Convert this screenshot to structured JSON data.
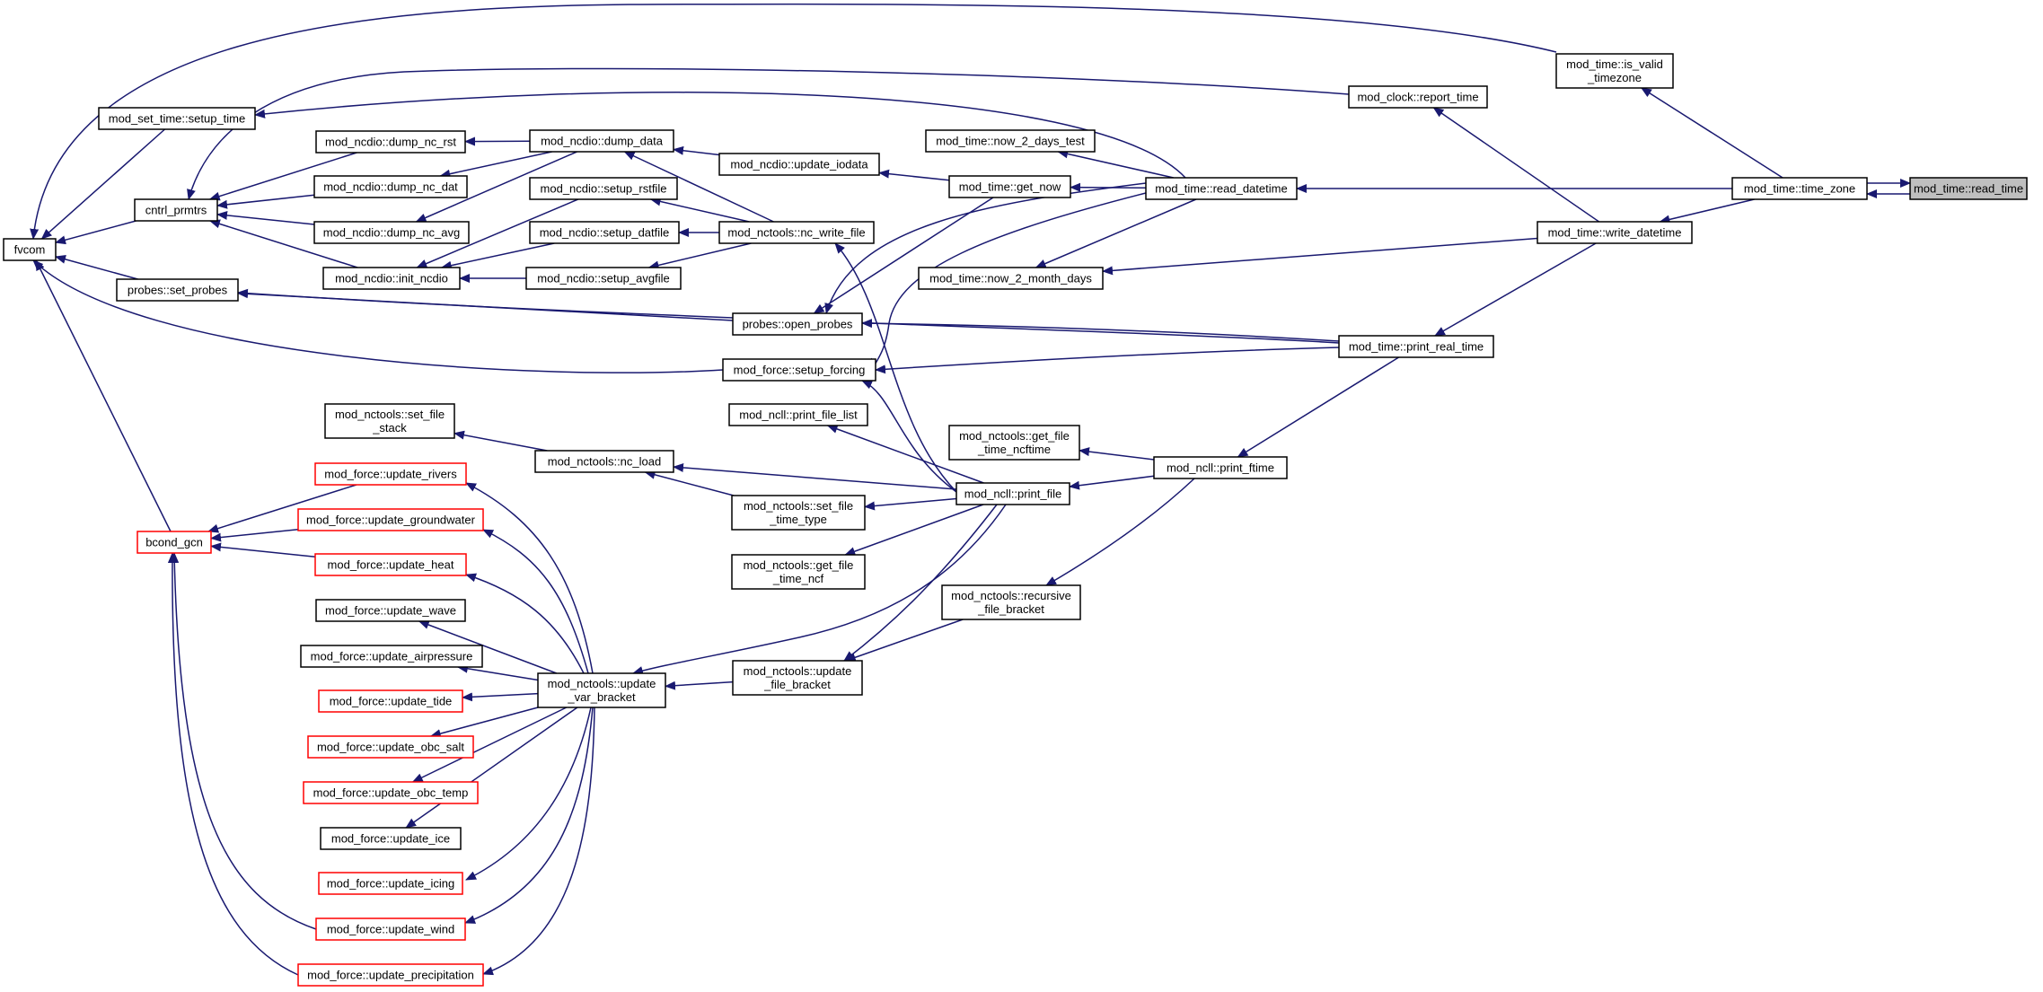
{
  "colors": {
    "edge": "#191970",
    "node_border": "#000000",
    "node_border_truncated": "#ff0000",
    "node_fill": "#ffffff",
    "focus_fill": "#bfbfbf",
    "text": "#000000"
  },
  "nodes": [
    {
      "id": "read_time",
      "lines": [
        "mod_time::read_time"
      ],
      "kind": "focus"
    },
    {
      "id": "time_zone",
      "lines": [
        "mod_time::time_zone"
      ],
      "kind": "normal"
    },
    {
      "id": "is_valid_tz",
      "lines": [
        "mod_time::is_valid",
        "_timezone"
      ],
      "kind": "normal"
    },
    {
      "id": "write_datetime",
      "lines": [
        "mod_time::write_datetime"
      ],
      "kind": "normal"
    },
    {
      "id": "read_datetime",
      "lines": [
        "mod_time::read_datetime"
      ],
      "kind": "normal"
    },
    {
      "id": "report_time",
      "lines": [
        "mod_clock::report_time"
      ],
      "kind": "normal"
    },
    {
      "id": "print_real_time",
      "lines": [
        "mod_time::print_real_time"
      ],
      "kind": "normal"
    },
    {
      "id": "now_2_days_test",
      "lines": [
        "mod_time::now_2_days_test"
      ],
      "kind": "normal"
    },
    {
      "id": "get_now",
      "lines": [
        "mod_time::get_now"
      ],
      "kind": "normal"
    },
    {
      "id": "now_2_month_days",
      "lines": [
        "mod_time::now_2_month_days"
      ],
      "kind": "normal"
    },
    {
      "id": "fvcom",
      "lines": [
        "fvcom"
      ],
      "kind": "normal"
    },
    {
      "id": "setup_time",
      "lines": [
        "mod_set_time::setup_time"
      ],
      "kind": "normal"
    },
    {
      "id": "cntrl_prmtrs",
      "lines": [
        "cntrl_prmtrs"
      ],
      "kind": "normal"
    },
    {
      "id": "set_probes",
      "lines": [
        "probes::set_probes"
      ],
      "kind": "normal"
    },
    {
      "id": "bcond_gcn",
      "lines": [
        "bcond_gcn"
      ],
      "kind": "truncated"
    },
    {
      "id": "dump_nc_rst",
      "lines": [
        "mod_ncdio::dump_nc_rst"
      ],
      "kind": "normal"
    },
    {
      "id": "dump_nc_dat",
      "lines": [
        "mod_ncdio::dump_nc_dat"
      ],
      "kind": "normal"
    },
    {
      "id": "dump_nc_avg",
      "lines": [
        "mod_ncdio::dump_nc_avg"
      ],
      "kind": "normal"
    },
    {
      "id": "init_ncdio",
      "lines": [
        "mod_ncdio::init_ncdio"
      ],
      "kind": "normal"
    },
    {
      "id": "dump_data",
      "lines": [
        "mod_ncdio::dump_data"
      ],
      "kind": "normal"
    },
    {
      "id": "setup_rstfile",
      "lines": [
        "mod_ncdio::setup_rstfile"
      ],
      "kind": "normal"
    },
    {
      "id": "setup_datfile",
      "lines": [
        "mod_ncdio::setup_datfile"
      ],
      "kind": "normal"
    },
    {
      "id": "setup_avgfile",
      "lines": [
        "mod_ncdio::setup_avgfile"
      ],
      "kind": "normal"
    },
    {
      "id": "update_iodata",
      "lines": [
        "mod_ncdio::update_iodata"
      ],
      "kind": "normal"
    },
    {
      "id": "nc_write_file",
      "lines": [
        "mod_nctools::nc_write_file"
      ],
      "kind": "normal"
    },
    {
      "id": "open_probes",
      "lines": [
        "probes::open_probes"
      ],
      "kind": "normal"
    },
    {
      "id": "setup_forcing",
      "lines": [
        "mod_force::setup_forcing"
      ],
      "kind": "normal"
    },
    {
      "id": "set_file_stack",
      "lines": [
        "mod_nctools::set_file",
        "_stack"
      ],
      "kind": "normal"
    },
    {
      "id": "nc_load",
      "lines": [
        "mod_nctools::nc_load"
      ],
      "kind": "normal"
    },
    {
      "id": "print_file_list",
      "lines": [
        "mod_ncll::print_file_list"
      ],
      "kind": "normal"
    },
    {
      "id": "set_file_time_type",
      "lines": [
        "mod_nctools::set_file",
        "_time_type"
      ],
      "kind": "normal"
    },
    {
      "id": "get_file_time_ncf",
      "lines": [
        "mod_nctools::get_file",
        "_time_ncf"
      ],
      "kind": "normal"
    },
    {
      "id": "get_file_time_ncftime",
      "lines": [
        "mod_nctools::get_file",
        "_time_ncftime"
      ],
      "kind": "normal"
    },
    {
      "id": "print_file",
      "lines": [
        "mod_ncll::print_file"
      ],
      "kind": "normal"
    },
    {
      "id": "print_ftime",
      "lines": [
        "mod_ncll::print_ftime"
      ],
      "kind": "normal"
    },
    {
      "id": "recursive_file_bracket",
      "lines": [
        "mod_nctools::recursive",
        "_file_bracket"
      ],
      "kind": "normal"
    },
    {
      "id": "update_file_bracket",
      "lines": [
        "mod_nctools::update",
        "_file_bracket"
      ],
      "kind": "normal"
    },
    {
      "id": "update_var_bracket",
      "lines": [
        "mod_nctools::update",
        "_var_bracket"
      ],
      "kind": "normal"
    },
    {
      "id": "update_rivers",
      "lines": [
        "mod_force::update_rivers"
      ],
      "kind": "truncated"
    },
    {
      "id": "update_groundwater",
      "lines": [
        "mod_force::update_groundwater"
      ],
      "kind": "truncated"
    },
    {
      "id": "update_heat",
      "lines": [
        "mod_force::update_heat"
      ],
      "kind": "truncated"
    },
    {
      "id": "update_wave",
      "lines": [
        "mod_force::update_wave"
      ],
      "kind": "normal"
    },
    {
      "id": "update_airpressure",
      "lines": [
        "mod_force::update_airpressure"
      ],
      "kind": "normal"
    },
    {
      "id": "update_tide",
      "lines": [
        "mod_force::update_tide"
      ],
      "kind": "truncated"
    },
    {
      "id": "update_obc_salt",
      "lines": [
        "mod_force::update_obc_salt"
      ],
      "kind": "truncated"
    },
    {
      "id": "update_obc_temp",
      "lines": [
        "mod_force::update_obc_temp"
      ],
      "kind": "truncated"
    },
    {
      "id": "update_ice",
      "lines": [
        "mod_force::update_ice"
      ],
      "kind": "normal"
    },
    {
      "id": "update_icing",
      "lines": [
        "mod_force::update_icing"
      ],
      "kind": "truncated"
    },
    {
      "id": "update_wind",
      "lines": [
        "mod_force::update_wind"
      ],
      "kind": "truncated"
    },
    {
      "id": "update_precipitation",
      "lines": [
        "mod_force::update_precipitation"
      ],
      "kind": "truncated"
    }
  ],
  "edges": [
    {
      "from": "read_time",
      "to": "time_zone"
    },
    {
      "from": "time_zone",
      "to": "read_time"
    },
    {
      "from": "time_zone",
      "to": "is_valid_tz"
    },
    {
      "from": "time_zone",
      "to": "write_datetime"
    },
    {
      "from": "time_zone",
      "to": "read_datetime"
    },
    {
      "from": "is_valid_tz",
      "to": "fvcom"
    },
    {
      "from": "write_datetime",
      "to": "report_time"
    },
    {
      "from": "write_datetime",
      "to": "print_real_time"
    },
    {
      "from": "write_datetime",
      "to": "now_2_month_days"
    },
    {
      "from": "report_time",
      "to": "cntrl_prmtrs"
    },
    {
      "from": "read_datetime",
      "to": "setup_time"
    },
    {
      "from": "read_datetime",
      "to": "now_2_days_test"
    },
    {
      "from": "read_datetime",
      "to": "get_now"
    },
    {
      "from": "read_datetime",
      "to": "now_2_month_days"
    },
    {
      "from": "read_datetime",
      "to": "open_probes"
    },
    {
      "from": "read_datetime",
      "to": "setup_forcing"
    },
    {
      "from": "get_now",
      "to": "update_iodata"
    },
    {
      "from": "get_now",
      "to": "open_probes"
    },
    {
      "from": "print_real_time",
      "to": "set_probes"
    },
    {
      "from": "print_real_time",
      "to": "open_probes"
    },
    {
      "from": "print_real_time",
      "to": "setup_forcing"
    },
    {
      "from": "print_real_time",
      "to": "print_ftime"
    },
    {
      "from": "print_ftime",
      "to": "get_file_time_ncftime"
    },
    {
      "from": "print_ftime",
      "to": "print_file"
    },
    {
      "from": "print_ftime",
      "to": "recursive_file_bracket"
    },
    {
      "from": "print_file",
      "to": "nc_write_file"
    },
    {
      "from": "print_file",
      "to": "setup_forcing"
    },
    {
      "from": "print_file",
      "to": "print_file_list"
    },
    {
      "from": "print_file",
      "to": "nc_load"
    },
    {
      "from": "print_file",
      "to": "set_file_time_type"
    },
    {
      "from": "print_file",
      "to": "get_file_time_ncf"
    },
    {
      "from": "print_file",
      "to": "update_file_bracket"
    },
    {
      "from": "print_file",
      "to": "update_var_bracket"
    },
    {
      "from": "recursive_file_bracket",
      "to": "update_file_bracket"
    },
    {
      "from": "update_file_bracket",
      "to": "update_var_bracket"
    },
    {
      "from": "set_file_time_type",
      "to": "nc_load"
    },
    {
      "from": "nc_load",
      "to": "set_file_stack"
    },
    {
      "from": "setup_time",
      "to": "fvcom"
    },
    {
      "from": "cntrl_prmtrs",
      "to": "fvcom"
    },
    {
      "from": "set_probes",
      "to": "fvcom"
    },
    {
      "from": "bcond_gcn",
      "to": "fvcom"
    },
    {
      "from": "dump_nc_rst",
      "to": "cntrl_prmtrs"
    },
    {
      "from": "dump_nc_dat",
      "to": "cntrl_prmtrs"
    },
    {
      "from": "dump_nc_avg",
      "to": "cntrl_prmtrs"
    },
    {
      "from": "init_ncdio",
      "to": "cntrl_prmtrs"
    },
    {
      "from": "dump_data",
      "to": "dump_nc_rst"
    },
    {
      "from": "dump_data",
      "to": "dump_nc_dat"
    },
    {
      "from": "dump_data",
      "to": "dump_nc_avg"
    },
    {
      "from": "setup_rstfile",
      "to": "init_ncdio"
    },
    {
      "from": "setup_datfile",
      "to": "init_ncdio"
    },
    {
      "from": "setup_avgfile",
      "to": "init_ncdio"
    },
    {
      "from": "update_iodata",
      "to": "dump_data"
    },
    {
      "from": "nc_write_file",
      "to": "dump_data"
    },
    {
      "from": "nc_write_file",
      "to": "setup_rstfile"
    },
    {
      "from": "nc_write_file",
      "to": "setup_datfile"
    },
    {
      "from": "nc_write_file",
      "to": "setup_avgfile"
    },
    {
      "from": "open_probes",
      "to": "set_probes"
    },
    {
      "from": "setup_forcing",
      "to": "fvcom"
    },
    {
      "from": "update_var_bracket",
      "to": "update_rivers"
    },
    {
      "from": "update_var_bracket",
      "to": "update_groundwater"
    },
    {
      "from": "update_var_bracket",
      "to": "update_heat"
    },
    {
      "from": "update_var_bracket",
      "to": "update_wave"
    },
    {
      "from": "update_var_bracket",
      "to": "update_airpressure"
    },
    {
      "from": "update_var_bracket",
      "to": "update_tide"
    },
    {
      "from": "update_var_bracket",
      "to": "update_obc_salt"
    },
    {
      "from": "update_var_bracket",
      "to": "update_obc_temp"
    },
    {
      "from": "update_var_bracket",
      "to": "update_ice"
    },
    {
      "from": "update_var_bracket",
      "to": "update_icing"
    },
    {
      "from": "update_var_bracket",
      "to": "update_wind"
    },
    {
      "from": "update_var_bracket",
      "to": "update_precipitation"
    },
    {
      "from": "update_rivers",
      "to": "bcond_gcn"
    },
    {
      "from": "update_groundwater",
      "to": "bcond_gcn"
    },
    {
      "from": "update_heat",
      "to": "bcond_gcn"
    },
    {
      "from": "update_wind",
      "to": "bcond_gcn"
    },
    {
      "from": "update_precipitation",
      "to": "bcond_gcn"
    }
  ]
}
